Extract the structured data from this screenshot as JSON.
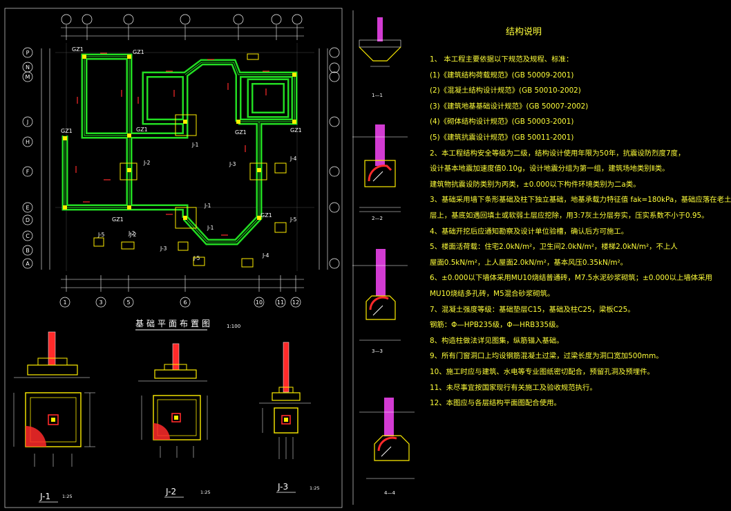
{
  "plan": {
    "title": "基础平面布置图",
    "scale": "1:100",
    "axes_x": [
      "1",
      "3",
      "5",
      "6",
      "10",
      "11",
      "12"
    ],
    "axes_y": [
      "P",
      "N",
      "M",
      "J",
      "H",
      "F",
      "E",
      "D",
      "C",
      "B",
      "A"
    ],
    "column_labels": [
      "GZ1",
      "GZ1",
      "GZ1",
      "GZ1",
      "GZ1",
      "GZ1",
      "GZ1",
      "GZ1"
    ],
    "footing_tags": [
      "J-1",
      "J-2",
      "J-3",
      "J-4",
      "J-5",
      "J-1",
      "J-2",
      "J-3",
      "J-5",
      "J-1",
      "J-5",
      "J-4",
      "J-2"
    ]
  },
  "details": [
    {
      "label": "J-1",
      "scale": "1:25"
    },
    {
      "label": "J-2",
      "scale": "1:25"
    },
    {
      "label": "J-3",
      "scale": "1:25"
    }
  ],
  "sections": [
    "1—1",
    "2—2",
    "3—3",
    "4—4"
  ],
  "notes": {
    "title": "结构说明",
    "lines": [
      "1、 本工程主要依据以下规范及规程、标准：",
      "(1)《建筑结构荷载规范》(GB 50009-2001)",
      "(2)《混凝土结构设计规范》(GB 50010-2002)",
      "(3)《建筑地基基础设计规范》(GB 50007-2002)",
      "(4)《砌体结构设计规范》(GB 50003-2001)",
      "(5)《建筑抗震设计规范》(GB 50011-2001)",
      "2、本工程结构安全等级为二级，结构设计使用年限为50年，抗震设防烈度7度，",
      "   设计基本地震加速度值0.10g，设计地震分组为第一组，建筑场地类别Ⅱ类。",
      "   建筑物抗震设防类别为丙类，±0.000以下构件环境类别为二a类。",
      "3、基础采用墙下条形基础及柱下独立基础，地基承载力特征值 fak=180kPa，基础应落在老土",
      "   层上，基底如遇回填土或软弱土层应挖除，用3:7灰土分层夯实，压实系数不小于0.95。",
      "4、基础开挖后应通知勘察及设计单位验槽，确认后方可施工。",
      "5、楼面活荷载：住宅2.0kN/m²，卫生间2.0kN/m²，楼梯2.0kN/m²，不上人",
      "   屋面0.5kN/m²，上人屋面2.0kN/m²，基本风压0.35kN/m²。",
      "6、±0.000以下墙体采用MU10烧结普通砖，M7.5水泥砂浆砌筑；±0.000以上墙体采用",
      "   MU10烧结多孔砖，M5混合砂浆砌筑。",
      "7、混凝土强度等级：基础垫层C15，基础及柱C25，梁板C25。",
      "   钢筋：Φ—HPB235级，Φ—HRB335级。",
      "8、构造柱做法详见图集，纵筋锚入基础。",
      "9、所有门窗洞口上均设钢筋混凝土过梁，过梁长度为洞口宽加500mm。",
      "10、施工时应与建筑、水电等专业图纸密切配合，预留孔洞及预埋件。",
      "11、未尽事宜按国家现行有关施工及验收规范执行。",
      "12、本图应与各层结构平面图配合使用。"
    ]
  }
}
